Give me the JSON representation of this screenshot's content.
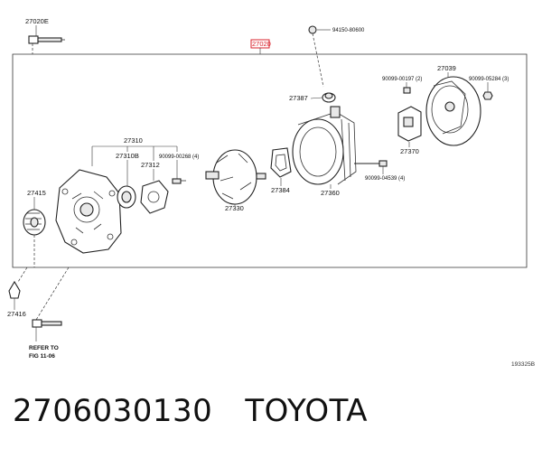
{
  "diagram": {
    "labels": {
      "p27020E": "27020E",
      "p94150": "94150-80600",
      "p27020": "27020",
      "p27387": "27387",
      "p90099_00197": "90099-00197 (2)",
      "p27039": "27039",
      "p90099_05284": "90099-05284 (3)",
      "p27310": "27310",
      "p27310B": "27310B",
      "p27312": "27312",
      "p90099_00268": "90099-00268 (4)",
      "p27370": "27370",
      "p27415": "27415",
      "p27384": "27384",
      "p27360": "27360",
      "p90099_04539": "90099-04539 (4)",
      "p27330": "27330",
      "p27416": "27416"
    },
    "refer_line1": "REFER TO",
    "refer_line2": "FIG 11-06",
    "drawing_ref": "193325B",
    "highlight_color": "#d9232d"
  },
  "caption": {
    "part_number": "2706030130",
    "brand": "TOYOTA"
  }
}
